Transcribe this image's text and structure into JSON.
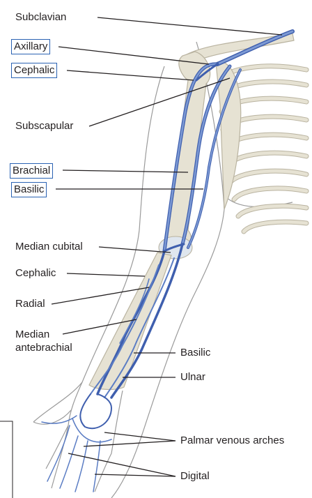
{
  "labels": {
    "subclavian": "Subclavian",
    "axillary": "Axillary",
    "cephalic_upper": "Cephalic",
    "subscapular": "Subscapular",
    "brachial": "Brachial",
    "basilic_upper": "Basilic",
    "median_cubital": "Median cubital",
    "cephalic_lower": "Cephalic",
    "radial": "Radial",
    "median_antebrachial": "Median\nantebrachial",
    "basilic_lower": "Basilic",
    "ulnar": "Ulnar",
    "palmar_venous_arches": "Palmar venous arches",
    "digital": "Digital"
  },
  "colors": {
    "vein": "#5b7dc4",
    "vein_dark": "#3f5fae",
    "bone": "#e6e2d3",
    "bone_edge": "#b9b3a0",
    "skin_outline": "#9a9a9a",
    "leader": "#231f20",
    "box_border": "#2a62b3"
  }
}
